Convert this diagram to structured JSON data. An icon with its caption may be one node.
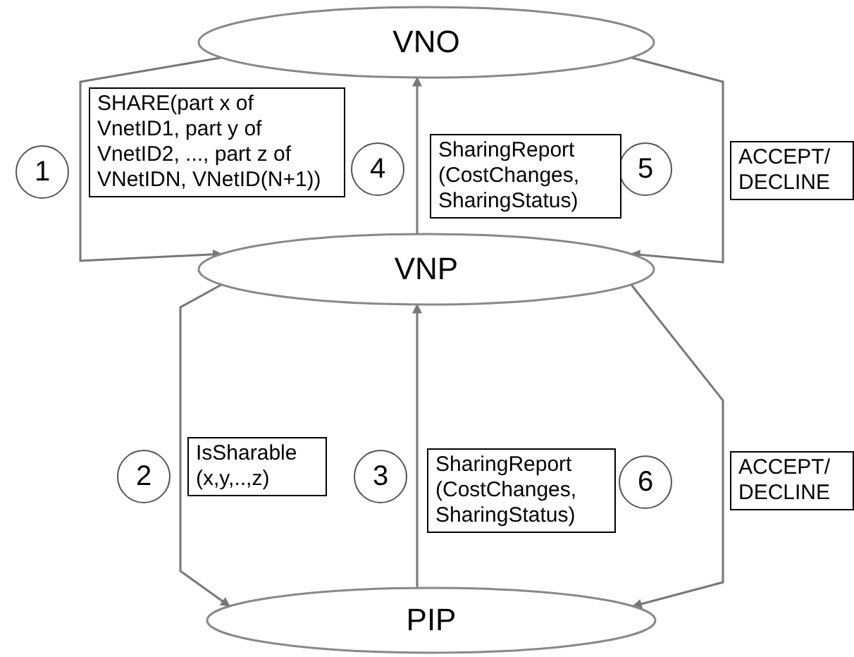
{
  "diagram": {
    "nodes": [
      {
        "text": [
          "VNO"
        ]
      },
      {
        "text": [
          "1"
        ]
      },
      {
        "text": [
          "4"
        ]
      },
      {
        "text": [
          "5"
        ]
      },
      {
        "text": [
          "VNP"
        ]
      },
      {
        "text": [
          "2"
        ]
      },
      {
        "text": [
          "3"
        ]
      },
      {
        "text": [
          "6"
        ]
      },
      {
        "text": [
          "PIP"
        ]
      }
    ],
    "edges": [
      {
        "from": 0,
        "to": 4,
        "arrow": "to",
        "label": "SHARE(part x of VnetID1, part y of VnetID2, ..., part z of VNetIDN, VNetID(N+1))"
      },
      {
        "from": 4,
        "to": 0,
        "arrow": "to",
        "label": "SharingReport (CostChanges, SharingStatus)"
      },
      {
        "from": 0,
        "to": 4,
        "arrow": "to",
        "label": "ACCEPT/ DECLINE"
      },
      {
        "from": 4,
        "to": 8,
        "arrow": "to",
        "label": "IsSharable (x,y,..,z)"
      },
      {
        "from": 8,
        "to": 4,
        "arrow": "to",
        "label": "SharingReport (CostChanges, SharingStatus)"
      },
      {
        "from": 4,
        "to": 8,
        "arrow": "to",
        "label": "ACCEPT/ DECLINE"
      }
    ]
  }
}
